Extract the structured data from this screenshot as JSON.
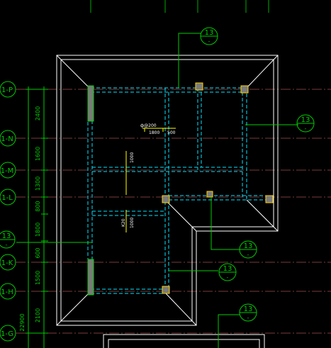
{
  "axes": [
    {
      "label": "1-P"
    },
    {
      "label": "1-N"
    },
    {
      "label": "1-M"
    },
    {
      "label": "1-L"
    },
    {
      "label": "1-K"
    },
    {
      "label": "1-H"
    },
    {
      "label": "1-G"
    }
  ],
  "dimensions": [
    {
      "text": "2400"
    },
    {
      "text": "1600"
    },
    {
      "text": "1300"
    },
    {
      "text": "800"
    },
    {
      "text": "1800"
    },
    {
      "text": "600"
    },
    {
      "text": "1500"
    },
    {
      "text": "2100"
    },
    {
      "text": "22900"
    }
  ],
  "section_callouts": [
    {
      "number": "13",
      "sub": "-"
    },
    {
      "number": "13",
      "sub": "-"
    },
    {
      "number": "13",
      "sub": "-"
    },
    {
      "number": "13",
      "sub": "-"
    },
    {
      "number": "13",
      "sub": "-"
    },
    {
      "number": "13",
      "sub": "-"
    }
  ],
  "beam_annotations": {
    "top": "ф@200",
    "seg_a": "1800",
    "seg_b": "500",
    "vertical_1": "1000",
    "vertical_2": "1000",
    "vertical_3": "K20"
  },
  "colors": {
    "background": "#000000",
    "grid_green": "#00cc00",
    "axis_line": "#7a3a3a",
    "roof_white": "#ffffff",
    "beam_cyan": "#00e5ff",
    "column_fill": "#7a7a7a",
    "column_edge": "#ffd200",
    "dim_line": "#00cc00"
  }
}
